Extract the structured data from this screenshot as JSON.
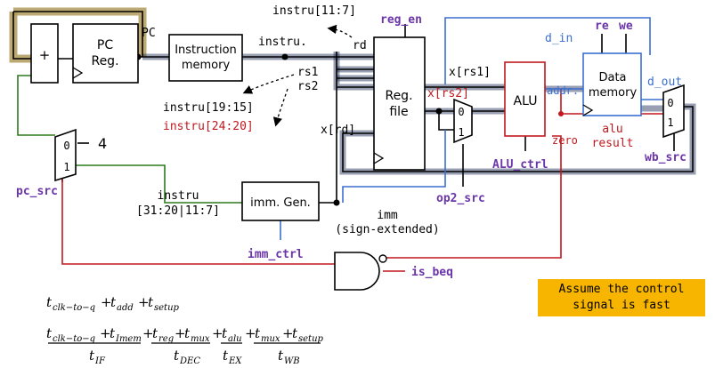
{
  "colors": {
    "accent_purple": "#6a35a8",
    "signal_red": "#c0181e",
    "signal_blue": "#3b6fd0",
    "signal_green": "#2d7a1e",
    "highlight_navy": "#1c2a55",
    "highlight_gold": "#b09a5a",
    "note_bg": "#f7b500"
  },
  "labels": {
    "instru_11_7": "instru[11:7]",
    "reg_en": "reg_en",
    "pc": "PC",
    "instru": "instru.",
    "rd": "rd",
    "rs1": "rs1",
    "rs2": "rs2",
    "instru_19_15": "instru[19:15]",
    "instru_24_20": "instru[24:20]",
    "x_rd": "x[rd]",
    "x_rs1": "x[rs1]",
    "x_rs2": "x[rs2]",
    "d_in": "d_in",
    "re": "re",
    "we": "we",
    "addr": "addr.",
    "d_out": "d_out",
    "alu_result_1": "alu",
    "alu_result_2": "result",
    "zero": "zero",
    "alu_ctrl": "ALU_ctrl",
    "op2_src": "op2_src",
    "wb_src": "wb_src",
    "pc_src": "pc_src",
    "four": "4",
    "imm_instru_1": "instru",
    "imm_instru_2": "[31:20|11:7]",
    "imm_1": "imm",
    "imm_2": "(sign-extended)",
    "imm_ctrl": "imm_ctrl",
    "is_beq": "is_beq"
  },
  "blocks": {
    "adder": "+",
    "pc_reg_1": "PC",
    "pc_reg_2": "Reg.",
    "imem_1": "Instruction",
    "imem_2": "memory",
    "regfile_1": "Reg.",
    "regfile_2": "file",
    "alu": "ALU",
    "dmem_1": "Data",
    "dmem_2": "memory",
    "immgen": "imm. Gen."
  },
  "mux_inputs": {
    "zero": "0",
    "one": "1"
  },
  "formulas": {
    "t_clk_to_q": "clk−to−q",
    "t_add": "add",
    "t_setup": "setup",
    "t_imem": "Imem",
    "t_reg": "reg",
    "t_mux": "mux",
    "t_alu": "alu",
    "t_if": "IF",
    "t_dec": "DEC",
    "t_ex": "EX",
    "t_wb": "WB"
  },
  "note": {
    "line1": "Assume the control",
    "line2": "signal is fast"
  }
}
